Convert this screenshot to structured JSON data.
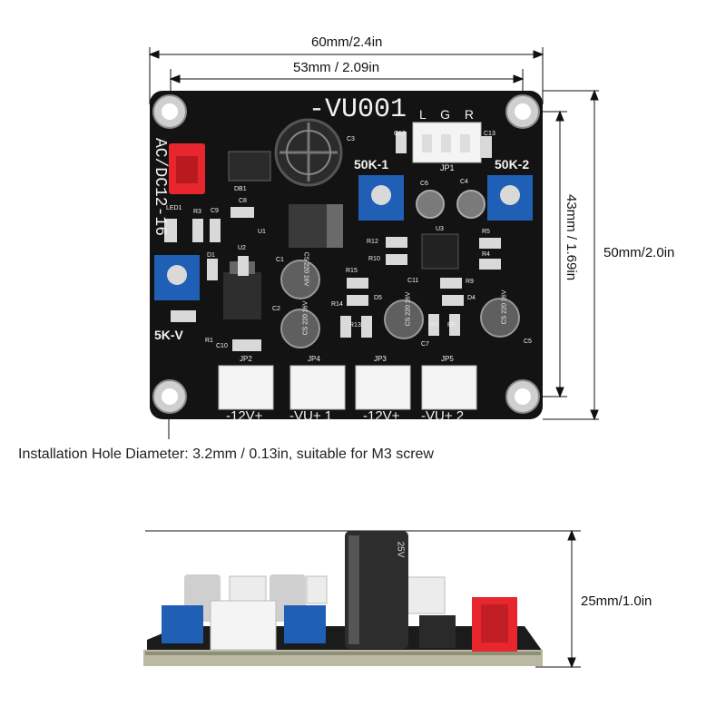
{
  "dimensions": {
    "overall_width": "60mm/2.4in",
    "hole_spacing_width": "53mm / 2.09in",
    "hole_spacing_height": "43mm / 1.69in",
    "overall_height": "50mm/2.0in",
    "component_height": "25mm/1.0in"
  },
  "note": "Installation Hole Diameter: 3.2mm / 0.13in, suitable for M3 screw",
  "board": {
    "title": "-VU001",
    "power_label": "AC/DC12-16",
    "connectors": [
      "-12V+",
      "-VU+ 1",
      "-12V+",
      "-VU+ 2"
    ],
    "connector_ids": [
      "JP2",
      "JP4",
      "JP3",
      "JP5"
    ],
    "input_header_label": "L G R",
    "input_header_id": "JP1",
    "pot_labels": [
      "50K-1",
      "50K-2",
      "5K-V"
    ],
    "cap_marks": [
      "CS 220 16V",
      "CS 220 16V",
      "CS 220 16V",
      "CS 220 16V"
    ],
    "component_refs": [
      "C3",
      "C12",
      "C13",
      "DB1",
      "C8",
      "LED1",
      "R3",
      "C9",
      "U1",
      "C6",
      "C4",
      "R12",
      "U3",
      "R5",
      "R4",
      "R10",
      "D1",
      "U2",
      "C1",
      "R15",
      "C11",
      "R9",
      "C2",
      "R14",
      "D5",
      "D4",
      "R13",
      "R7",
      "R6",
      "C7",
      "C5",
      "R1",
      "C10"
    ],
    "side_cap_mark": "25V"
  },
  "colors": {
    "pcb": "#141414",
    "red_connector": "#e8262d",
    "trimmer_blue": "#1f5fb5",
    "silkscreen": "#f2f2f2"
  }
}
